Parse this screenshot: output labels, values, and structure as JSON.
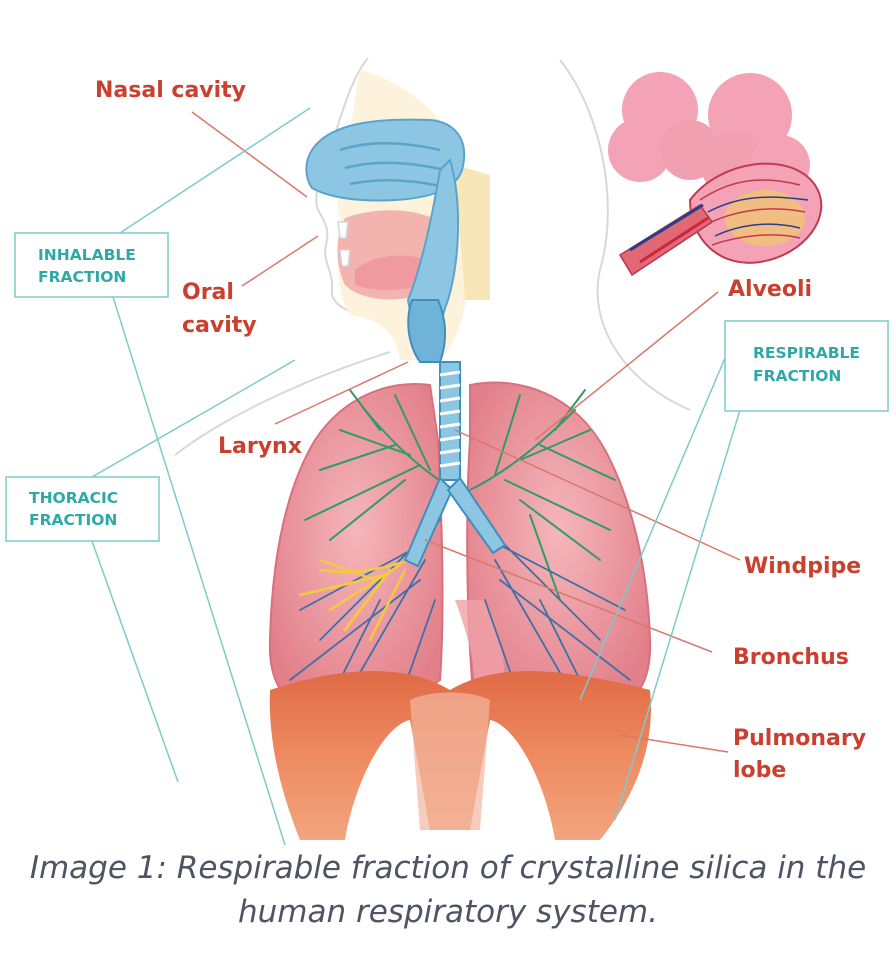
{
  "labels": {
    "nasal_cavity": "Nasal cavity",
    "oral_cavity_line1": "Oral",
    "oral_cavity_line2": "cavity",
    "larynx": "Larynx",
    "alveoli": "Alveoli",
    "windpipe": "Windpipe",
    "bronchus": "Bronchus",
    "pulmonary_lobe_line1": "Pulmonary",
    "pulmonary_lobe_line2": "lobe"
  },
  "fractions": {
    "inhalable_line1": "INHALABLE",
    "inhalable_line2": "FRACTION",
    "thoracic_line1": "THORACIC",
    "thoracic_line2": "FRACTION",
    "respirable_line1": "RESPIRABLE",
    "respirable_line2": "FRACTION"
  },
  "caption": "Image 1: Respirable fraction of crystalline silica in the human respiratory system.",
  "colors": {
    "label_red": "#c9402f",
    "fraction_teal": "#2fa9a8",
    "lung_pink": "#e98f98",
    "diaphragm_orange": "#ec7e55",
    "airway_blue": "#8cc6e2",
    "bronchi_green": "#2f9a6c",
    "bronchi_yellow": "#f3cb3c"
  }
}
